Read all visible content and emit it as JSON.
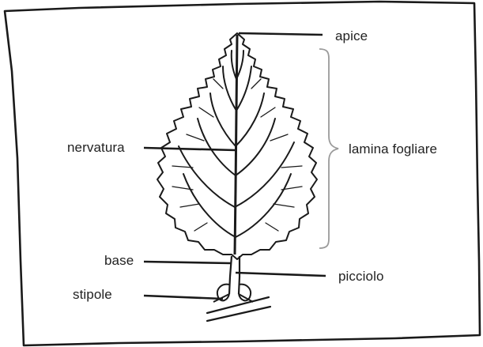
{
  "diagram": {
    "subject": "leaf",
    "labels": {
      "apice": "apice",
      "lamina": "lamina fogliare",
      "nervatura": "nervatura",
      "base": "base",
      "picciolo": "picciolo",
      "stipole": "stipole"
    },
    "colors": {
      "ink": "#1a1a1a",
      "text": "#222222",
      "bracket": "#9a9a9a",
      "background": "#ffffff"
    }
  }
}
